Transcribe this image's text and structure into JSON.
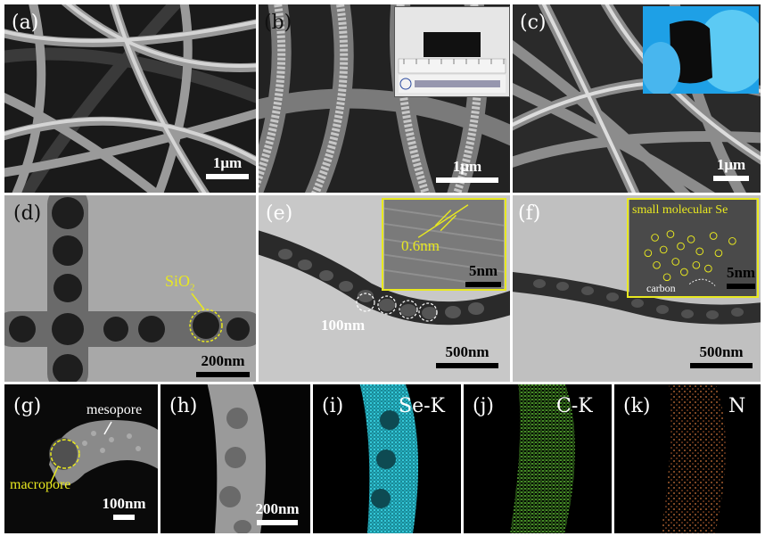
{
  "panels": [
    {
      "label": "(a)",
      "scale": "1μm"
    },
    {
      "label": "(b)",
      "scale": "1μm"
    },
    {
      "label": "(c)",
      "scale": "1μm"
    },
    {
      "label": "(d)",
      "scale": "200nm"
    },
    {
      "label": "(e)",
      "scale": "500nm"
    },
    {
      "label": "(f)",
      "scale": "500nm"
    },
    {
      "label": "(g)",
      "scale": "100nm"
    },
    {
      "label": "(h)",
      "scale": "200nm"
    },
    {
      "label": "(i)",
      "element": "Se-K"
    },
    {
      "label": "(j)",
      "element": "C-K"
    },
    {
      "label": "(k)",
      "element": "N"
    }
  ],
  "annotations": {
    "d_sio2": "SiO",
    "d_sio2_sub": "2",
    "e_inset_scale": "5nm",
    "e_lattice": "0.6nm",
    "e_pore": "100nm",
    "f_inset_title": "small molecular Se",
    "f_inset_scale": "5nm",
    "f_carbon": "carbon",
    "g_mesopore": "mesopore",
    "g_macropore": "macropore"
  },
  "colors": {
    "inset_border": "#e8e820",
    "se_map": "#28c8d8",
    "c_map": "#5ab832",
    "n_map": "#d2783c",
    "inset_blue": "#1ea0e6"
  }
}
